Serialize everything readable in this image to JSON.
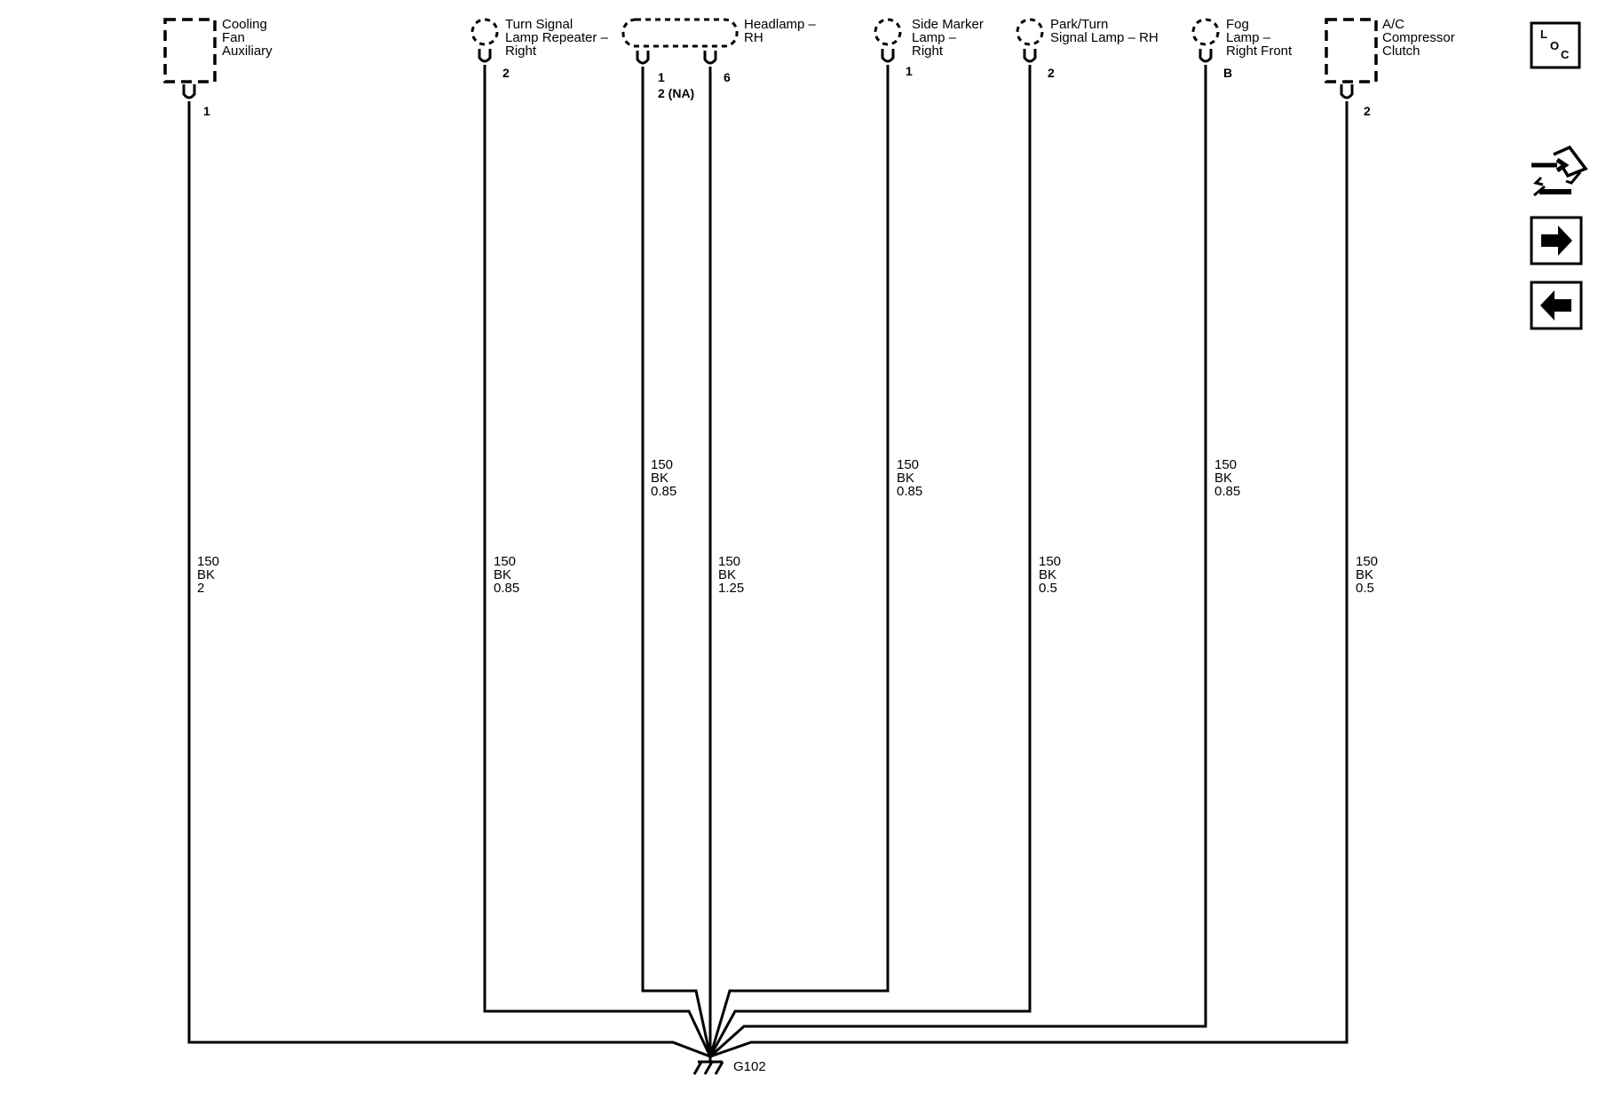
{
  "components": [
    {
      "name": "Cooling Fan Auxiliary",
      "lines": [
        "Cooling",
        "Fan",
        "Auxiliary"
      ],
      "pin": "1"
    },
    {
      "name": "Turn Signal Lamp Repeater – Right",
      "lines": [
        "Turn Signal",
        "Lamp Repeater –",
        "Right"
      ],
      "pin": "2"
    },
    {
      "name": "Headlamp – RH",
      "lines": [
        "Headlamp –",
        "RH"
      ],
      "pins": [
        "1",
        "6"
      ],
      "pin_note": "2 (NA)"
    },
    {
      "name": "Side Marker Lamp – Right",
      "lines": [
        "Side Marker",
        "Lamp –",
        "Right"
      ],
      "pin": "1"
    },
    {
      "name": "Park/Turn Signal Lamp – RH",
      "lines": [
        "Park/Turn",
        "Signal Lamp – RH"
      ],
      "pin": "2"
    },
    {
      "name": "Fog Lamp – Right Front",
      "lines": [
        "Fog",
        "Lamp –",
        "Right Front"
      ],
      "pin": "B"
    },
    {
      "name": "A/C Compressor Clutch",
      "lines": [
        "A/C",
        "Compressor",
        "Clutch"
      ],
      "pin": "2"
    }
  ],
  "wires": [
    {
      "circuit": "150",
      "color": "BK",
      "size": "2"
    },
    {
      "circuit": "150",
      "color": "BK",
      "size": "0.85"
    },
    {
      "circuit": "150",
      "color": "BK",
      "size": "0.85"
    },
    {
      "circuit": "150",
      "color": "BK",
      "size": "1.25"
    },
    {
      "circuit": "150",
      "color": "BK",
      "size": "0.85"
    },
    {
      "circuit": "150",
      "color": "BK",
      "size": "0.5"
    },
    {
      "circuit": "150",
      "color": "BK",
      "size": "0.85"
    },
    {
      "circuit": "150",
      "color": "BK",
      "size": "0.5"
    }
  ],
  "ground": {
    "label": "G102"
  },
  "nav": {
    "loc_letters": [
      "L",
      "O",
      "C"
    ],
    "icons": [
      "loc-icon",
      "harness-icon",
      "next-arrow-icon",
      "previous-arrow-icon"
    ]
  }
}
